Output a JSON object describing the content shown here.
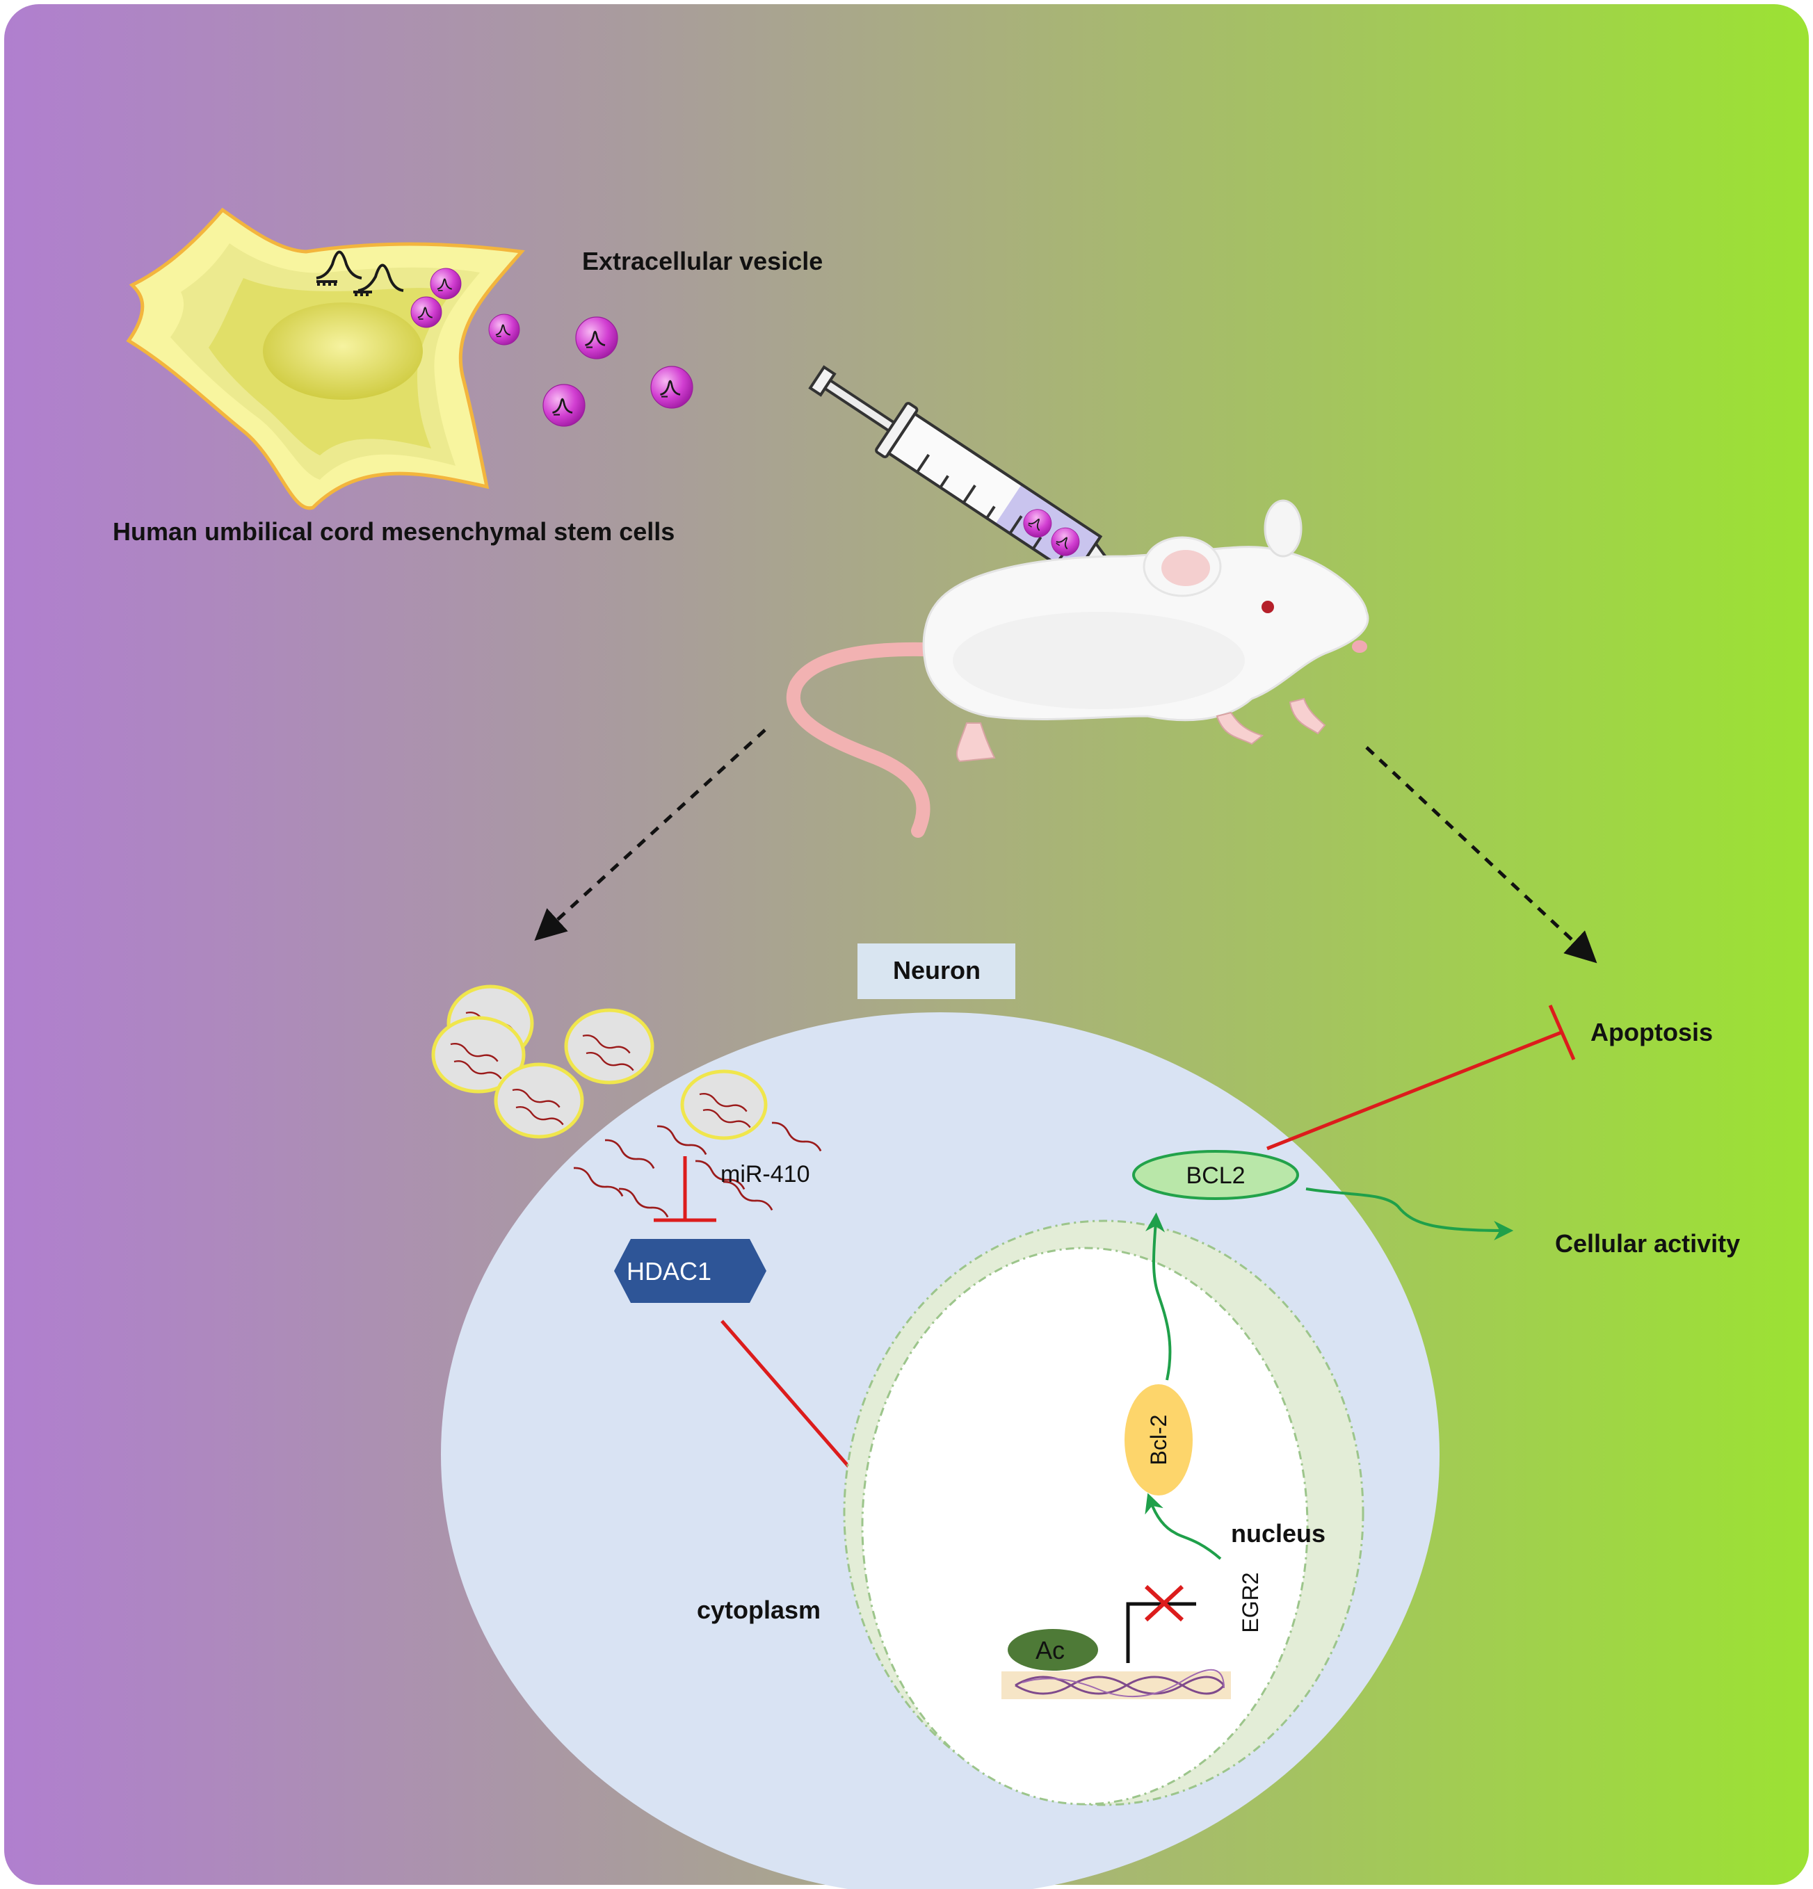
{
  "labels": {
    "extracellular_vesicle": "Extracellular vesicle",
    "stem_cells": "Human umbilical cord mesenchymal stem cells",
    "neuron": "Neuron",
    "apoptosis": "Apoptosis",
    "cellular_activity": "Cellular activity",
    "mir410": "miR-410",
    "hdac1": "HDAC1",
    "bcl2_upper": "BCL2",
    "bcl2_gene": "Bcl-2",
    "nucleus": "nucleus",
    "egr2": "EGR2",
    "cytoplasm": "cytoplasm",
    "ac": "Ac"
  },
  "colors": {
    "background_left": "#b07fcf",
    "background_right": "#9ce233",
    "cell_body": "#d9e3f3",
    "nucleus_ring": "#e3edd7",
    "vesicle": "#d23fd2",
    "hdac1": "#2e5597",
    "inhibit_line": "#dc1c1c",
    "activate_line": "#1fa04a",
    "bcl2_oval": "#b9e7a9",
    "bcl2_oval_stroke": "#22a24a",
    "bcl2_gene": "#fdd56b",
    "ac_oval": "#4e7a37",
    "neuron_box": "#d9e5f1",
    "stem_cell_outer": "#f7f39c",
    "stem_cell_nucleus": "#d3cf33"
  }
}
